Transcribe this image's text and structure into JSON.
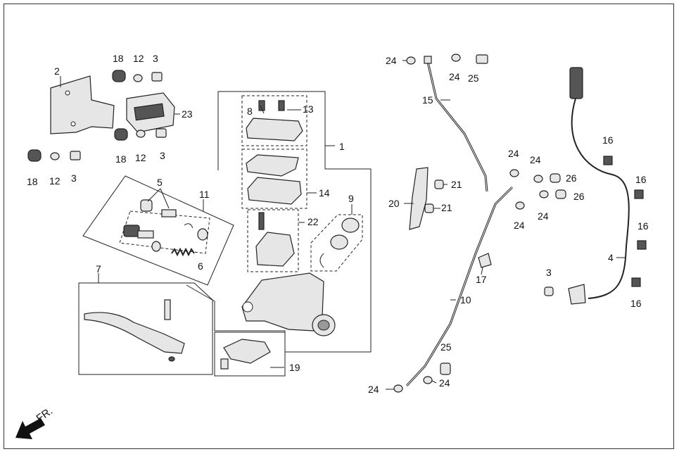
{
  "diagram": {
    "labels": {
      "n1": "1",
      "n2": "2",
      "n3a": "3",
      "n3b": "3",
      "n3c": "3",
      "n3d": "3",
      "n4": "4",
      "n5": "5",
      "n6": "6",
      "n7": "7",
      "n8": "8",
      "n9": "9",
      "n10": "10",
      "n11": "11",
      "n12a": "12",
      "n12b": "12",
      "n12c": "12",
      "n13": "13",
      "n14": "14",
      "n15": "15",
      "n16a": "16",
      "n16b": "16",
      "n16c": "16",
      "n16d": "16",
      "n17": "17",
      "n18a": "18",
      "n18b": "18",
      "n18c": "18",
      "n19": "19",
      "n20": "20",
      "n21a": "21",
      "n21b": "21",
      "n22": "22",
      "n23": "23",
      "n24a": "24",
      "n24b": "24",
      "n24c": "24",
      "n24d": "24",
      "n24e": "24",
      "n24f": "24",
      "n24g": "24",
      "n25a": "25",
      "n25b": "25",
      "n26a": "26",
      "n26b": "26"
    },
    "direction_label": "FR."
  }
}
